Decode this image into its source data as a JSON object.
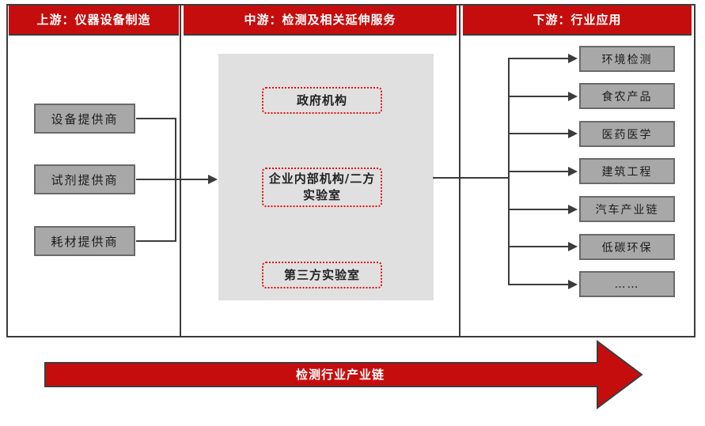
{
  "columns": [
    {
      "header": "上游：仪器设备制造",
      "boxes": [
        {
          "label": "设备提供商"
        },
        {
          "label": "试剂提供商"
        },
        {
          "label": "耗材提供商"
        }
      ]
    },
    {
      "header": "中游：检测及相关延伸服务",
      "boxes": [
        {
          "label": "政府机构"
        },
        {
          "label": "企业内部机构/二方实验室"
        },
        {
          "label": "第三方实验室"
        }
      ]
    },
    {
      "header": "下游：行业应用",
      "boxes": [
        {
          "label": "环境检测"
        },
        {
          "label": "食农产品"
        },
        {
          "label": "医药医学"
        },
        {
          "label": "建筑工程"
        },
        {
          "label": "汽车产业链"
        },
        {
          "label": "低碳环保"
        },
        {
          "label": "……"
        }
      ]
    }
  ],
  "bottom_arrow": {
    "label": "检测行业产业链"
  },
  "colors": {
    "header_red": "#c60d0d",
    "arrow_red": "#c60d0d",
    "dotted_border_red": "#e01010",
    "gray_box_fill": "#a8a8a8",
    "gray_box_border": "#6a6a6a",
    "panel_bg": "#e0e0e0",
    "connector_dark": "#3c3c3c"
  }
}
